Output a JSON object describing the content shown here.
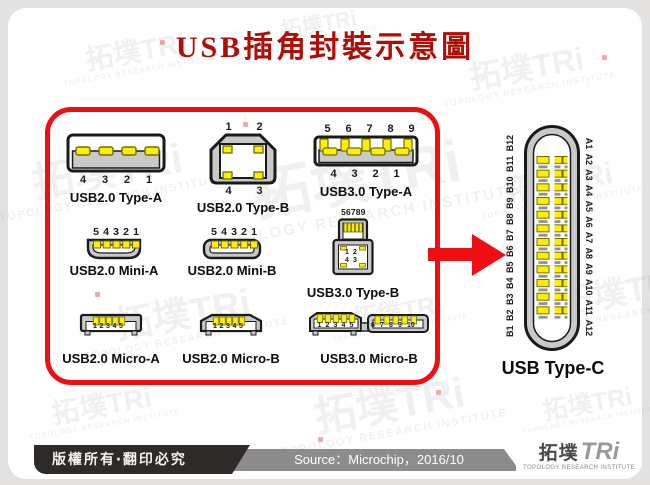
{
  "title": "USB插角封裝示意圖",
  "watermark": {
    "brand": "拓墣TRi",
    "caption": "TOPOLOGY RESEARCH INSTITUTE"
  },
  "diagrams": {
    "usb20_type_a": {
      "label": "USB2.0 Type-A",
      "bottom_pins": [
        "4",
        "3",
        "2",
        "1"
      ]
    },
    "usb20_type_b": {
      "label": "USB2.0 Type-B",
      "top_pins": [
        "1",
        "2"
      ],
      "bottom_pins": [
        "4",
        "3"
      ]
    },
    "usb30_type_a": {
      "label": "USB3.0 Type-A",
      "top_pins": [
        "5",
        "6",
        "7",
        "8",
        "9"
      ],
      "bottom_pins": [
        "4",
        "3",
        "2",
        "1"
      ]
    },
    "usb20_mini_a": {
      "label": "USB2.0 Mini-A",
      "top_pins": [
        "5",
        "4",
        "3",
        "2",
        "1"
      ]
    },
    "usb20_mini_b": {
      "label": "USB2.0 Mini-B",
      "top_pins": [
        "5",
        "4",
        "3",
        "2",
        "1"
      ]
    },
    "usb30_type_b": {
      "label": "USB3.0 Type-B",
      "top_pins": [
        "5",
        "6",
        "7",
        "8",
        "9"
      ],
      "inner_pins": [
        "1",
        "2",
        "4",
        "3"
      ]
    },
    "usb20_micro_a": {
      "label": "USB2.0 Micro-A",
      "pins": [
        "1",
        "2",
        "3",
        "4",
        "5"
      ]
    },
    "usb20_micro_b": {
      "label": "USB2.0 Micro-B",
      "pins": [
        "1",
        "2",
        "3",
        "4",
        "5"
      ]
    },
    "usb30_micro_b": {
      "label": "USB3.0 Micro-B",
      "left_pins": [
        "1",
        "2",
        "3",
        "4",
        "5"
      ],
      "right_pins": [
        "6",
        "7",
        "8",
        "9",
        "10"
      ]
    }
  },
  "type_c": {
    "label": "USB Type-C",
    "b_side": "B1 B2 B3 B4 B5 B6 B7 B8 B9 B10 B11 B12",
    "a_side": "A1 A2 A3 A4 A5 A6 A7 A8 A9 A10 A11 A12"
  },
  "footer": {
    "copyright": "版權所有‧翻印必究",
    "source": "Source：Microchip，2016/10"
  },
  "logo": {
    "cjk": "拓墣",
    "latin": "TRi",
    "caption": "TOPOLOGY RESEARCH INSTITUTE"
  },
  "colors": {
    "accent_red": "#ef0e11",
    "title_red": "#b00d06",
    "pin_yellow": "#ffee00",
    "body_gray": "#c9c9c9",
    "footer_dark": "#2d2a28",
    "footer_gray": "#8d8b8b"
  }
}
